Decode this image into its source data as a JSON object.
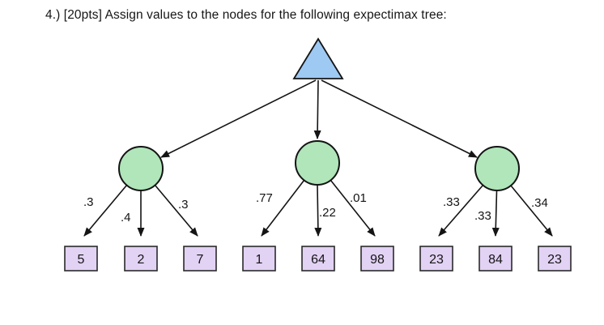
{
  "title": "4.) [20pts] Assign values to the nodes for the following expectimax tree:",
  "colors": {
    "max_node_fill": "#9dc9f3",
    "chance_node_fill": "#b0e6ba",
    "leaf_fill": "#e2d2f4",
    "stroke": "#141414"
  },
  "tree": {
    "root": {
      "type": "maximizer",
      "shape": "triangle"
    },
    "chance_nodes": [
      {
        "shape": "circle",
        "edges": [
          {
            "prob": ".3",
            "leaf": "5"
          },
          {
            "prob": ".4",
            "leaf": "2"
          },
          {
            "prob": ".3",
            "leaf": "7"
          }
        ]
      },
      {
        "shape": "circle",
        "edges": [
          {
            "prob": ".77",
            "leaf": "1"
          },
          {
            "prob": ".22",
            "leaf": "64"
          },
          {
            "prob": ".01",
            "leaf": "98"
          }
        ]
      },
      {
        "shape": "circle",
        "edges": [
          {
            "prob": ".33",
            "leaf": "23"
          },
          {
            "prob": ".33",
            "leaf": "84"
          },
          {
            "prob": ".34",
            "leaf": "23"
          }
        ]
      }
    ]
  }
}
